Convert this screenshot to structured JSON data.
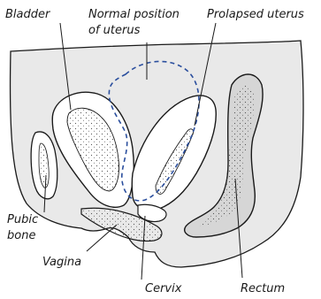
{
  "labels": {
    "bladder": "Bladder",
    "normal_position": [
      "Normal position",
      "of uterus"
    ],
    "prolapsed_uterus": "Prolapsed uterus",
    "pubic_bone": [
      "Pubic",
      "bone"
    ],
    "vagina": "Vagina",
    "cervix": "Cervix",
    "rectum": "Rectum"
  },
  "colors": {
    "body_fill": "#e9e9e9",
    "organ_fill": "#ffffff",
    "rectum_fill": "#d6d6d6",
    "outline": "#1a1a1a",
    "normal_position_outline": "#2b4f9e"
  }
}
